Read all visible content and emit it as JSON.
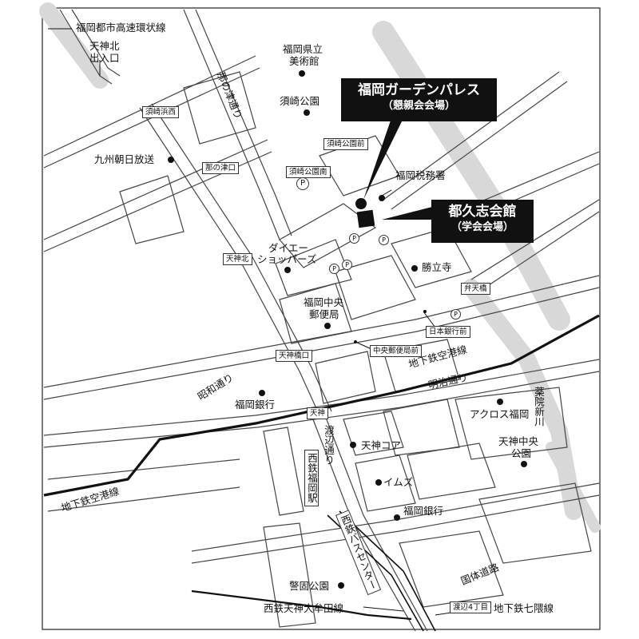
{
  "labels": {
    "expressway": "福岡都市高速環状線",
    "tenjinkita_ramp": [
      "天神北",
      "出入口"
    ],
    "nanotsu_street": "那の津通り",
    "showa_street": "昭和通り",
    "meiji_street": "明治通り",
    "watanabe_street": "渡辺通り",
    "kokutai_road": "国体道路",
    "yakuin_river": "薬院新川",
    "subway_airport_1": "地下鉄空港線",
    "subway_airport_2": "地下鉄空港線",
    "subway_nanakuma": "地下鉄七隈線",
    "omuta_line": "西鉄天神大牟田線",
    "fukuoka_pref_museum": [
      "福岡県立",
      "美術館"
    ],
    "suzaki_park": "須崎公園",
    "kyushu_asahi": "九州朝日放送",
    "fukuoka_tax_office": "福岡税務署",
    "daiei": [
      "ダイエー",
      "ショッパーズ"
    ],
    "shoryuji": "勝立寺",
    "chuo_post_office": [
      "福岡中央",
      "郵便局"
    ],
    "fukuoka_bank_1": "福岡銀行",
    "acros": "アクロス福岡",
    "tenjin_chuo_park": [
      "天神中央",
      "公園"
    ],
    "tenjin_core": "天神コア",
    "ims": "イムズ",
    "fukuoka_bank_2": "福岡銀行",
    "keigo_park": "警固公園"
  },
  "stops": {
    "suzaki_hamanishi": "須崎浜西",
    "suzaki_koen_mae": "須崎公園前",
    "suzaki_koen_minami": "須崎公園南",
    "nanotsuguchi": "那の津口",
    "tenjinkita": "天神北",
    "benten_bashi": "弁天橋",
    "nichigin_mae": "日本銀行前",
    "chuo_yubinkyoku_mae": "中央郵便局前",
    "tenjinbashi_guchi": "天神橋口",
    "tenjin": "天神",
    "watanabe_4": "渡辺4丁目"
  },
  "stations": {
    "nishitetsu_fukuoka": "西鉄福岡駅",
    "bus_center": "西鉄バスセンター"
  },
  "callouts": {
    "garden_palace": {
      "name": "福岡ガーデンパレス",
      "note": "（懇親会会場）"
    },
    "tokushikaikan": {
      "name": "都久志会館",
      "note": "（学会会場）"
    }
  },
  "parking_symbol": "P",
  "colors": {
    "river": "#d8d8d8",
    "road": "#444444",
    "callout_bg": "#111111",
    "callout_text": "#ffffff"
  }
}
